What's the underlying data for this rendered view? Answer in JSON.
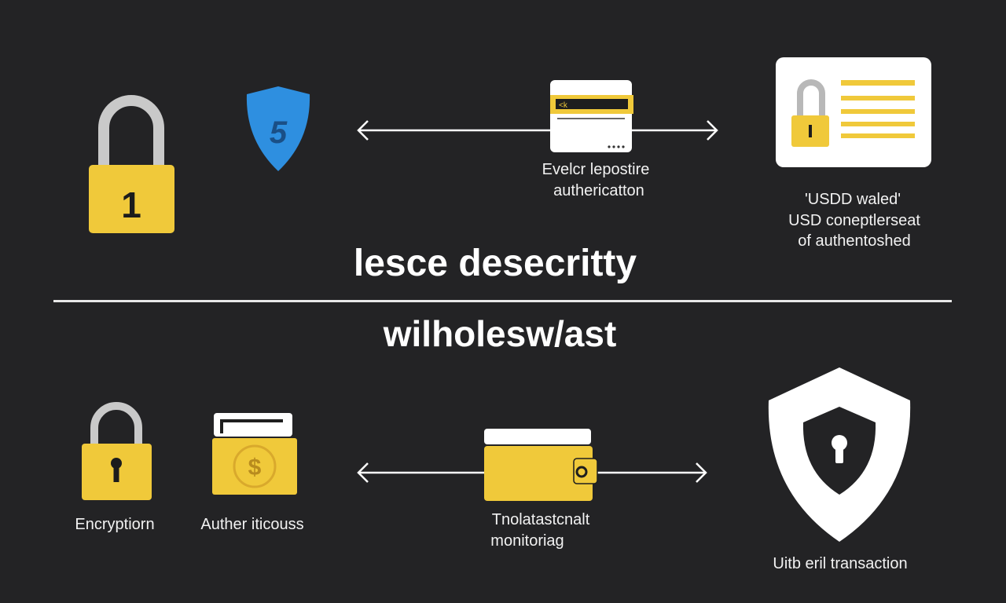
{
  "colors": {
    "background": "#232325",
    "accent_yellow": "#f0c93a",
    "shield_blue": "#2e8fe0",
    "white": "#ffffff",
    "grey_shackle": "#c9c9c9"
  },
  "top_row": {
    "lock_icon": {
      "icon": "padlock-icon",
      "glyph": "1"
    },
    "shield_icon": {
      "icon": "blue-shield-icon",
      "glyph": "5"
    },
    "card_icon": {
      "icon": "credit-card-icon",
      "line1": "Evelcr lepostire",
      "line2": "authericatton"
    },
    "document_icon": {
      "icon": "locked-document-icon",
      "line1": "'USDD waled'",
      "line2": "USD coneptlerseat",
      "line3": "of authentoshed"
    }
  },
  "title": "lesce desecritty",
  "subtitle": "wilholesw/ast",
  "bottom_row": {
    "encryption": {
      "icon": "padlock-icon",
      "label": "Encryptiorn"
    },
    "auth": {
      "icon": "wallet-dollar-icon",
      "label": "Auther iticouss"
    },
    "monitoring": {
      "icon": "wallet-icon",
      "line1": "Tnolatastcnalt",
      "line2": "monitoriag"
    },
    "transaction": {
      "icon": "security-shield-icon",
      "label": "Uitb eril transaction"
    }
  }
}
